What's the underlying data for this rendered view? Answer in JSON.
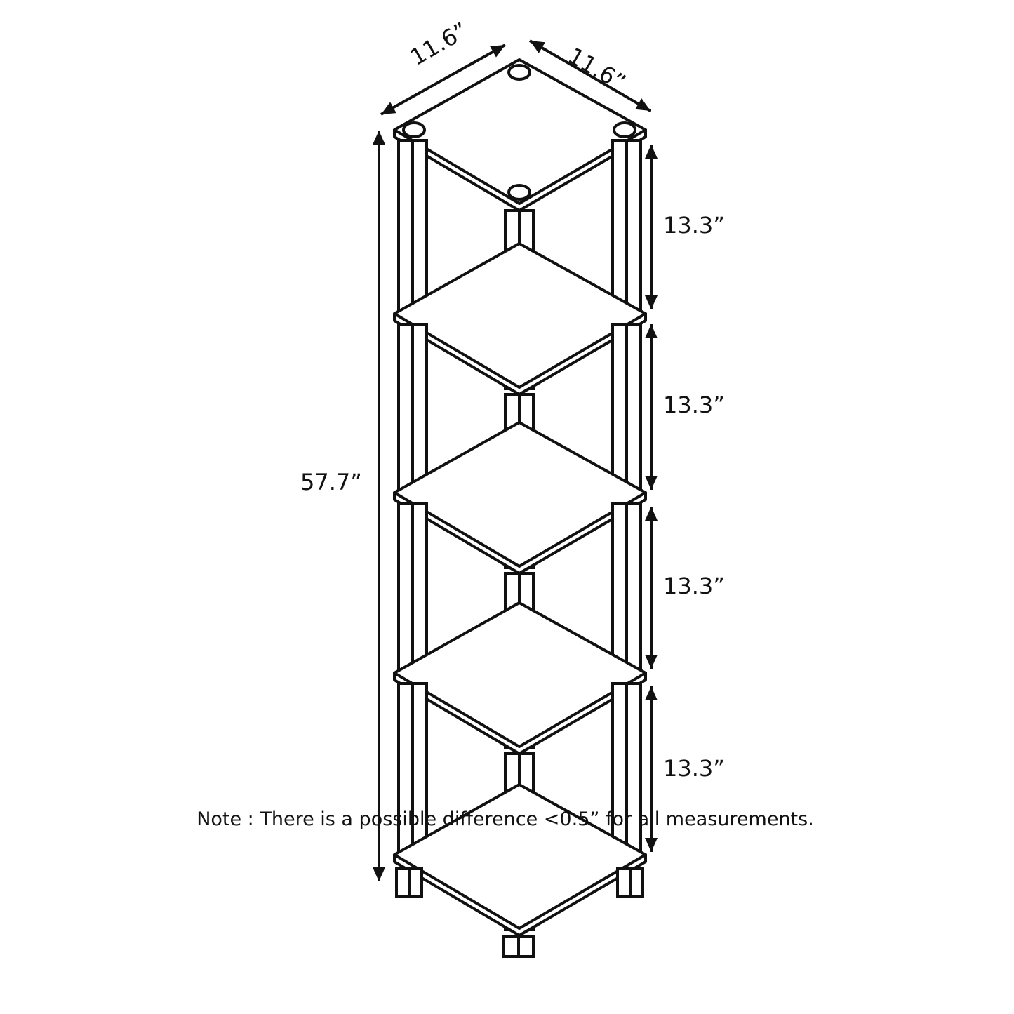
{
  "dimensions": {
    "width_left": "11.6”",
    "width_right": "11.6”",
    "total_height": "57.7”",
    "tiers": [
      "13.3”",
      "13.3”",
      "13.3”",
      "13.3”"
    ]
  },
  "note": "Note : There is a possible difference <0.5” for all measurements.",
  "colors": {
    "line": "#111111",
    "background": "#ffffff"
  }
}
